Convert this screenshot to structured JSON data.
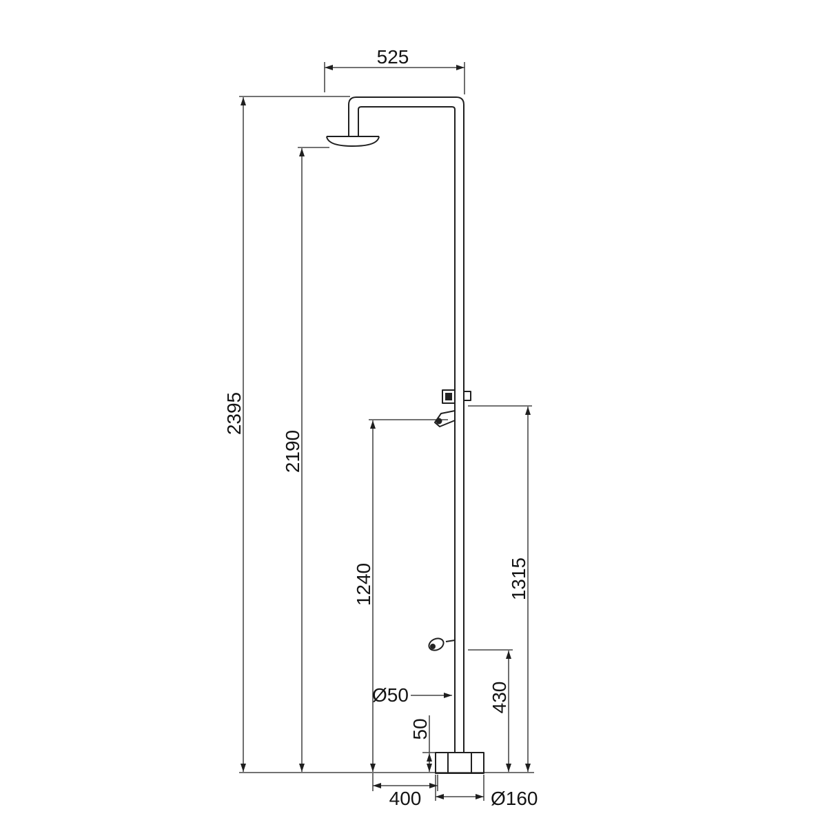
{
  "drawing": {
    "background": "#ffffff",
    "ink": "#1f1f1f",
    "labels": {
      "arm_width": "525",
      "total_height": "2395",
      "head_height": "2190",
      "mixer_height": "1240",
      "diverter_height": "1315",
      "outlet_height": "430",
      "base_height": "50",
      "pipe_diameter": "Ø50",
      "base_offset": "400",
      "base_diameter": "Ø160"
    }
  }
}
